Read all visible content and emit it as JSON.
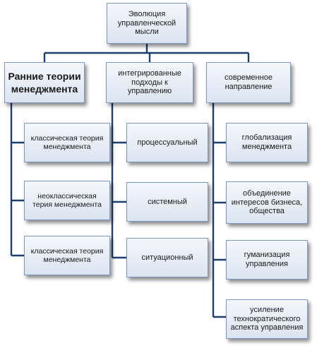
{
  "root": {
    "label": "Эволюция\nуправленческой\nмысли"
  },
  "columns": [
    {
      "header": "Ранние теории\nменеджмента",
      "items": [
        "классическая теория\nменеджмента",
        "неоклассическая\nтерия менеджмента",
        "классическая теория\nменеджмента"
      ]
    },
    {
      "header": "интегрированные\nподходы к\nуправлению",
      "items": [
        "процессуальный",
        "системный",
        "ситуационный"
      ]
    },
    {
      "header": "современное\nнаправление",
      "items": [
        "глобализация\nменеджмента",
        "объединение\nинтересов бизнеса,\nобщества",
        "гуманизация\nуправления",
        "усиление\nтехнократического\nаспекта управления"
      ]
    }
  ],
  "colors": {
    "line": "#1f3f6e",
    "box_border": "#7f97bc",
    "box_fill": "#dbe4f1"
  }
}
